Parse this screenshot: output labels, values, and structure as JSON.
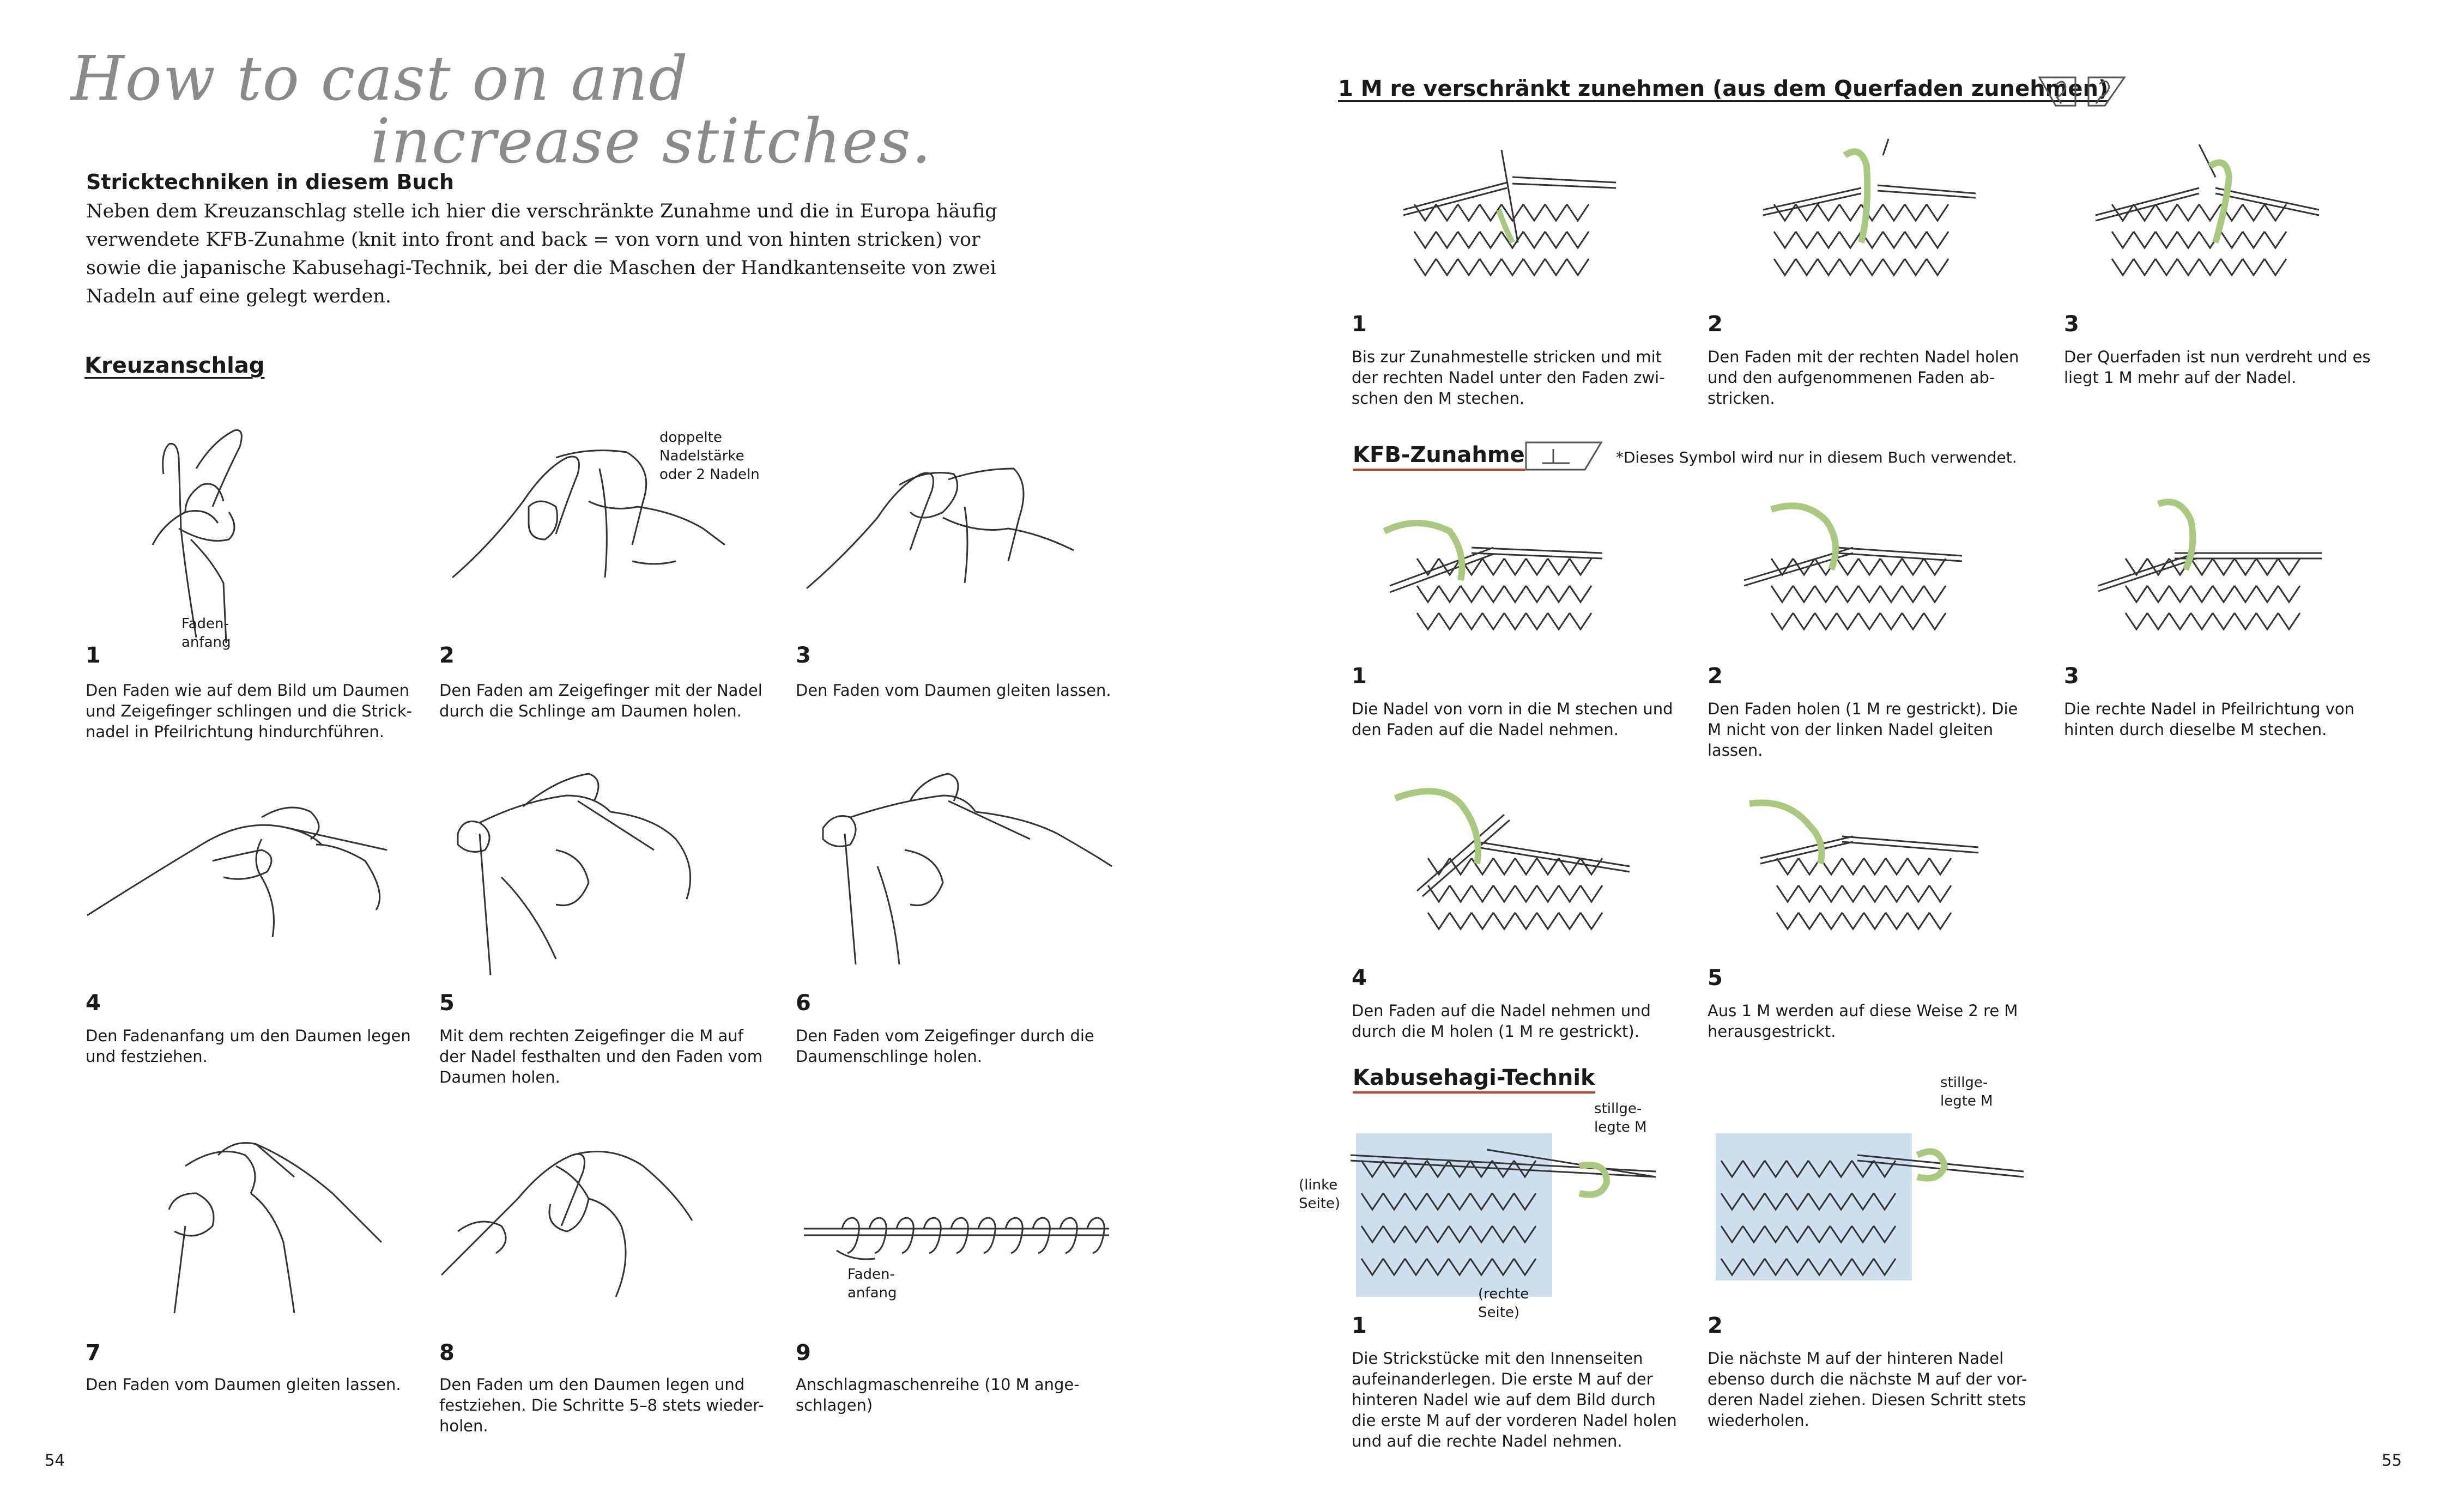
{
  "handwritten_title": {
    "line1": "How to cast on and",
    "line2": "increase stitches."
  },
  "intro": {
    "heading": "Stricktechniken in diesem Buch",
    "text": "Neben dem Kreuzanschlag stelle ich hier die verschränkte Zunahme und die in Europa häufig verwendete KFB-Zunahme (knit into front and back = von vorn und von hinten stricken) vor sowie die japanische Kabusehagi-Technik, bei der die Maschen der Handkantenseite von zwei Nadeln auf eine gelegt werden."
  },
  "kreuzanschlag": {
    "title": "Kreuzanschlag",
    "labels": {
      "fadenanfang_1": "Faden-\nanfang",
      "doppelte": "doppelte\nNadelstärke\noder 2 Nadeln",
      "fadenanfang_9": "Faden-\nanfang"
    },
    "steps": [
      {
        "num": "1",
        "text": "Den Faden wie auf dem Bild um Daumen\nund Zeigefinger schlingen und die Strick-\nnadel in Pfeilrichtung hindurchführen."
      },
      {
        "num": "2",
        "text": "Den Faden am Zeigefinger mit der Nadel\ndurch die Schlinge am Daumen holen."
      },
      {
        "num": "3",
        "text": "Den Faden vom Daumen gleiten lassen."
      },
      {
        "num": "4",
        "text": "Den Fadenanfang um den Daumen legen\nund festziehen."
      },
      {
        "num": "5",
        "text": "Mit dem rechten Zeigefinger die M auf\nder Nadel festhalten und den Faden vom\nDaumen holen."
      },
      {
        "num": "6",
        "text": "Den Faden vom Zeigefinger durch die\nDaumenschlinge holen."
      },
      {
        "num": "7",
        "text": "Den Faden vom Daumen gleiten lassen."
      },
      {
        "num": "8",
        "text": "Den Faden um den Daumen legen und\nfestziehen. Die Schritte 5–8 stets wieder-\nholen."
      },
      {
        "num": "9",
        "text": "Anschlagmaschenreihe (10 M ange-\nschlagen)"
      }
    ]
  },
  "verschraenkt": {
    "title": "1 M re verschränkt zunehmen (aus dem Querfaden zunehmen)",
    "steps": [
      {
        "num": "1",
        "text": "Bis zur Zunahmestelle stricken und mit\nder rechten Nadel unter den Faden zwi-\nschen den M stechen."
      },
      {
        "num": "2",
        "text": "Den Faden mit der rechten Nadel holen\nund den aufgenommenen Faden ab-\nstricken."
      },
      {
        "num": "3",
        "text": "Der Querfaden ist nun verdreht und es\nliegt 1 M mehr auf der Nadel."
      }
    ]
  },
  "kfb": {
    "title": "KFB-Zunahme",
    "note": "*Dieses Symbol wird nur in diesem Buch verwendet.",
    "steps": [
      {
        "num": "1",
        "text": "Die Nadel von vorn in die M stechen und\nden Faden auf die Nadel nehmen."
      },
      {
        "num": "2",
        "text": "Den Faden holen (1 M re gestrickt). Die\nM nicht von der linken Nadel gleiten\nlassen."
      },
      {
        "num": "3",
        "text": "Die rechte Nadel in Pfeilrichtung von\nhinten durch dieselbe M stechen."
      },
      {
        "num": "4",
        "text": "Den Faden auf die Nadel nehmen und\ndurch die M holen (1 M re gestrickt)."
      },
      {
        "num": "5",
        "text": "Aus 1 M werden auf diese Weise 2 re M\nherausgestrickt."
      }
    ]
  },
  "kabusehagi": {
    "title": "Kabusehagi-Technik",
    "labels": {
      "stillgelegt_1": "stillge-\nlegte M",
      "linke_seite": "(linke\nSeite)",
      "rechte_seite": "(rechte\nSeite)",
      "stillgelegt_2": "stillge-\nlegte M"
    },
    "steps": [
      {
        "num": "1",
        "text": "Die Strickstücke mit den Innenseiten\naufeinanderlegen. Die erste M auf der\nhinteren Nadel wie auf dem Bild durch\ndie erste M auf der vorderen Nadel holen\nund auf die rechte Nadel nehmen."
      },
      {
        "num": "2",
        "text": "Die nächste M auf der hinteren Nadel\nebenso durch die nächste M auf der vor-\nderen Nadel ziehen. Diesen Schritt stets\nwiederholen."
      }
    ]
  },
  "page_numbers": {
    "left": "54",
    "right": "55"
  },
  "colors": {
    "yarn_green": "#a9c97f",
    "yarn_blue": "#a9c4df",
    "line": "#333333",
    "accent_red": "#b8472e"
  }
}
